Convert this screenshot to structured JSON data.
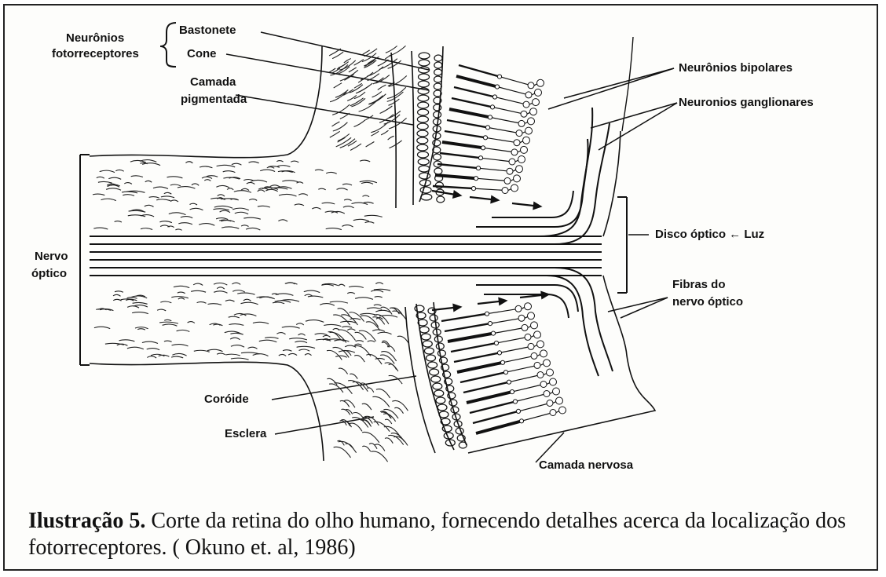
{
  "labels": {
    "neuronios_fotorreceptores": [
      "Neurônios",
      "fotorreceptores"
    ],
    "bastonete": "Bastonete",
    "cone": "Cone",
    "camada_pigmentada": [
      "Camada",
      "pigmentada"
    ],
    "neuronios_bipolares": "Neurônios bipolares",
    "neuronios_ganglionares": "Neuronios ganglionares",
    "nervo_optico": [
      "Nervo",
      "óptico"
    ],
    "disco_optico": "Disco óptico ← Luz",
    "fibras_nervo_optico": [
      "Fibras do",
      "nervo óptico"
    ],
    "coroide": "Coróide",
    "esclera": "Esclera",
    "camada_nervosa": "Camada nervosa"
  },
  "caption": {
    "bold": "Ilustração 5.",
    "text": " Corte da retina do olho humano, fornecendo detalhes acerca da localização dos fotorreceptores. ( Okuno et. al, 1986)"
  },
  "colors": {
    "ink": "#111111",
    "paper": "#fdfdfb",
    "border": "#222222"
  }
}
